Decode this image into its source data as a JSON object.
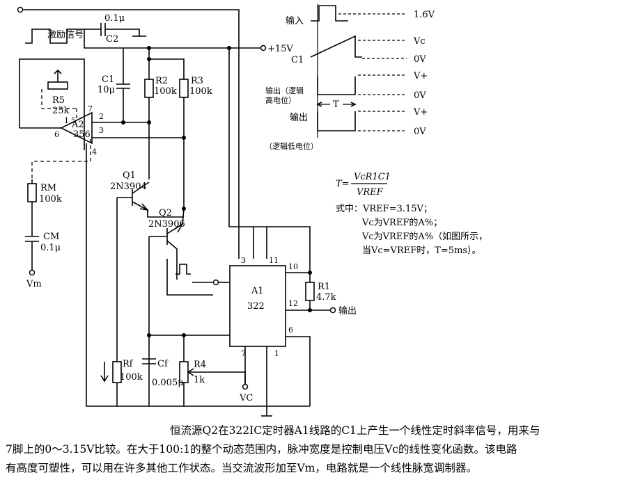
{
  "schematic": {
    "labels": {
      "excitation_signal": "激励信号",
      "c2_value": "0.1μ",
      "c2_name": "C2",
      "supply": "+15V",
      "r5_name": "R5",
      "r5_value": "25k",
      "c1_name": "C1",
      "c1_value": "10μ",
      "r2_name": "R2",
      "r2_value": "100k",
      "r3_name": "R3",
      "r3_value": "100k",
      "a2_name": "A2",
      "a2_part": "356",
      "pin_a2_7": "7",
      "pin_a2_2": "2",
      "pin_a2_3": "3",
      "pin_a2_6": "6",
      "pin_a2_4": "4",
      "pin_a2_1": "1",
      "pin_a2_5": "5",
      "q1_name": "Q1",
      "q1_part": "2N3904",
      "q2_name": "Q2",
      "q2_part": "2N3906",
      "rm_name": "RM",
      "rm_value": "100k",
      "cm_name": "CM",
      "cm_value": "0.1μ",
      "vm_label": "Vm",
      "a1_name": "A1",
      "a1_part": "322",
      "pin_a1_3": "3",
      "pin_a1_11": "11",
      "pin_a1_10": "10",
      "pin_a1_12": "12",
      "pin_a1_6": "6",
      "pin_a1_7": "7",
      "pin_a1_1": "1",
      "r1_name": "R1",
      "r1_value": "4.7k",
      "output_label": "输出",
      "rf_name": "Rf",
      "rf_value": "100k",
      "cf_name": "Cf",
      "cf_value": "0.005μ",
      "r4_name": "R4",
      "r4_value": "1k",
      "vc_label": "VC"
    },
    "waveforms": {
      "input_label": "输入",
      "level_1_6v": "1.6V",
      "vc_level": "Vc",
      "c1_label": "C1",
      "zero_1": "0V",
      "vplus_1": "V+",
      "out_high_label_1": "输出（逻辑",
      "out_high_label_2": "高电位）",
      "zero_2": "0V",
      "period_label": "T",
      "vplus_2": "V+",
      "out_low_label": "输出",
      "zero_3": "0V",
      "out_low_note": "（逻辑低电位）"
    },
    "formula": {
      "lhs": "T=",
      "numerator": "VcR1C1",
      "denominator": "VREF",
      "where_1": "式中：VREF=3.15V；",
      "where_2": "Vc为VREF的A%；",
      "where_3": "Vc为VREF的A%（如图所示，",
      "where_4": "当Vc=VREF时，T=5ms）。"
    }
  },
  "caption": {
    "line1": "恒流源Q2在322IC定时器A1线路的C1上产生一个线性定时斜率信号，用来与",
    "line2": "7脚上的0～3.15V比较。在大于100:1的整个动态范围内，脉冲宽度是控制电压Vc的线性变化函数。该电路",
    "line3": "有高度可塑性，可以用在许多其他工作状态。当交流波形加至Vm，电路就是一个线性脉宽调制器。"
  }
}
